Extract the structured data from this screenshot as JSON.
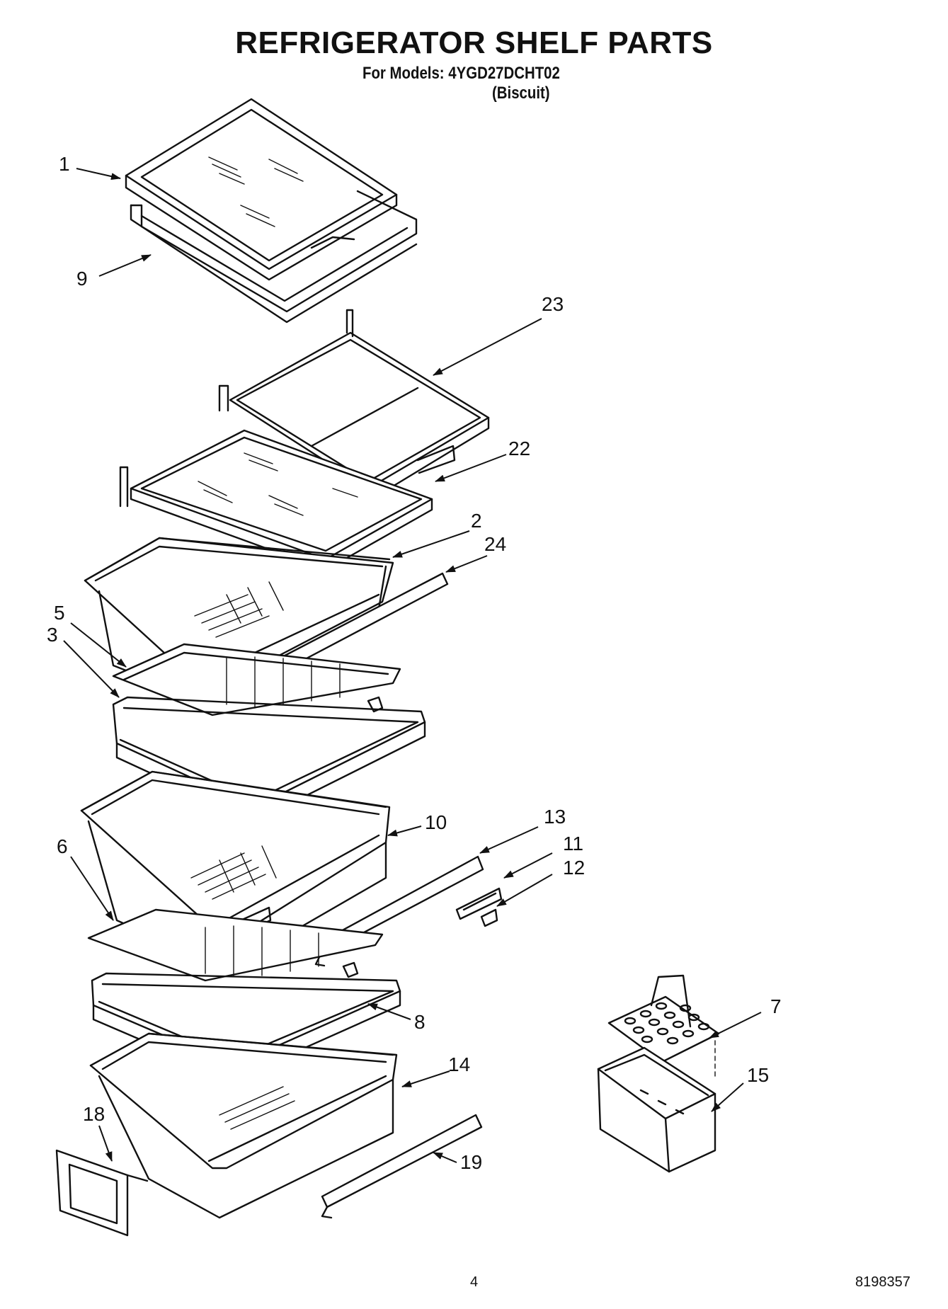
{
  "title": "REFRIGERATOR SHELF PARTS",
  "subtitle": "For Models: 4YGD27DCHT02",
  "subtitle_variant": "(Biscuit)",
  "callouts": {
    "c1": "1",
    "c9": "9",
    "c23": "23",
    "c22": "22",
    "c2": "2",
    "c24": "24",
    "c5": "5",
    "c3": "3",
    "c10": "10",
    "c13": "13",
    "c11": "11",
    "c12": "12",
    "c6": "6",
    "c8": "8",
    "c7": "7",
    "c14": "14",
    "c15": "15",
    "c18": "18",
    "c19": "19"
  },
  "footer": {
    "page_number": "4",
    "document_number": "8198357"
  }
}
